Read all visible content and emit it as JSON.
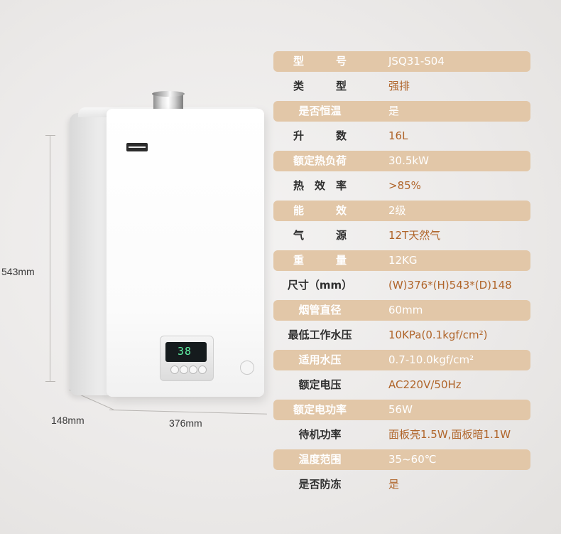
{
  "dimensions": {
    "height": "543mm",
    "depth": "148mm",
    "width": "376mm"
  },
  "display": {
    "temperature": "38"
  },
  "specs": [
    {
      "label": "型　　　号",
      "value": "JSQ31-S04"
    },
    {
      "label": "类　　　型",
      "value": "强排"
    },
    {
      "label": "是否恒温",
      "value": "是"
    },
    {
      "label": "升　　　数",
      "value": "16L"
    },
    {
      "label": "额定热负荷",
      "value": "30.5kW"
    },
    {
      "label": "热　效　率",
      "value": ">85%"
    },
    {
      "label": "能　　　效",
      "value": "2级"
    },
    {
      "label": "气　　　源",
      "value": "12T天然气"
    },
    {
      "label": "重　　　量",
      "value": "12KG"
    },
    {
      "label": "尺寸（mm）",
      "value": "(W)376*(H)543*(D)148"
    },
    {
      "label": "烟管直径",
      "value": "60mm"
    },
    {
      "label": "最低工作水压",
      "value": "10KPa(0.1kgf/cm²)"
    },
    {
      "label": "适用水压",
      "value": "0.7-10.0kgf/cm²"
    },
    {
      "label": "额定电压",
      "value": "AC220V/50Hz"
    },
    {
      "label": "额定电功率",
      "value": "56W"
    },
    {
      "label": "待机功率",
      "value": "面板亮1.5W,面板暗1.1W"
    },
    {
      "label": "温度范围",
      "value": "35~60℃"
    },
    {
      "label": "是否防冻",
      "value": "是"
    }
  ],
  "colors": {
    "row_shade": "#e2c7a8",
    "value_accent": "#b0652a",
    "display_digits": "#5ff0a4"
  }
}
